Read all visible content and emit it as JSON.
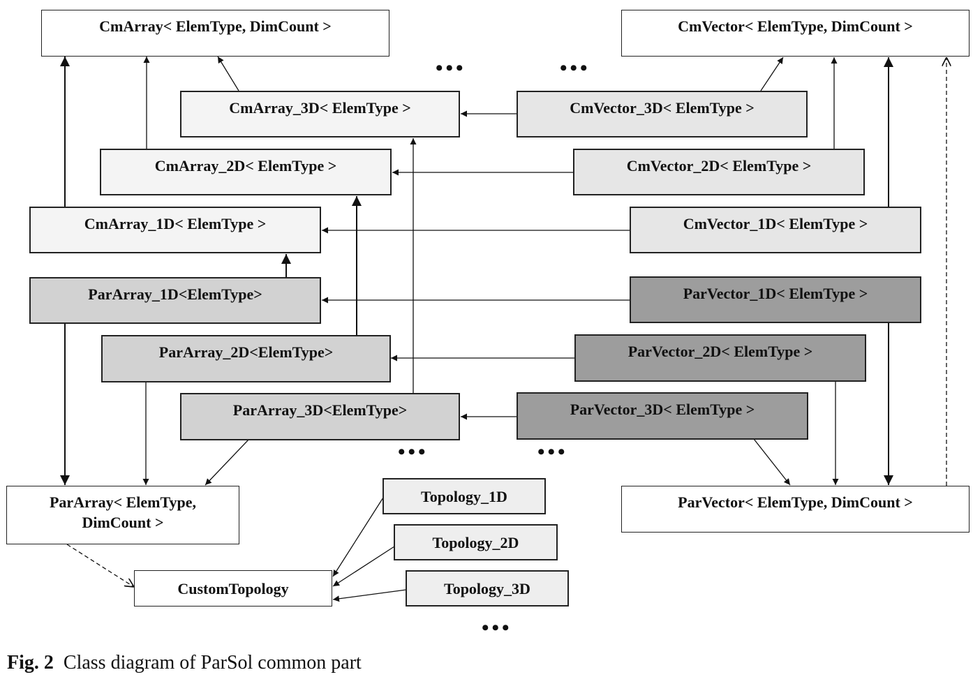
{
  "boxes": {
    "cm_array": "CmArray< ElemType, DimCount >",
    "cm_vector": "CmVector< ElemType, DimCount >",
    "cm_array_3d": "CmArray_3D< ElemType >",
    "cm_vector_3d": "CmVector_3D< ElemType >",
    "cm_array_2d": "CmArray_2D< ElemType >",
    "cm_vector_2d": "CmVector_2D< ElemType >",
    "cm_array_1d": "CmArray_1D< ElemType >",
    "cm_vector_1d": "CmVector_1D< ElemType >",
    "par_array_1d": "ParArray_1D<ElemType>",
    "par_vector_1d": "ParVector_1D< ElemType >",
    "par_array_2d": "ParArray_2D<ElemType>",
    "par_vector_2d": "ParVector_2D< ElemType >",
    "par_array_3d": "ParArray_3D<ElemType>",
    "par_vector_3d": "ParVector_3D< ElemType >",
    "par_array_line1": "ParArray< ElemType,",
    "par_array_line2": "DimCount >",
    "par_vector": "ParVector< ElemType, DimCount >",
    "topology_1d": "Topology_1D",
    "topology_2d": "Topology_2D",
    "topology_3d": "Topology_3D",
    "custom_topology": "CustomTopology"
  },
  "ellipsis": "•••",
  "caption": {
    "label": "Fig. 2",
    "text": "Class diagram of ParSol common part"
  },
  "colors": {
    "cm_array_fill": "#f4f4f4",
    "cm_vector_fill": "#e6e6e6",
    "par_array_fill": "#d2d2d2",
    "par_vector_fill": "#9d9d9d",
    "topology_fill": "#eeeeee",
    "line": "#111111"
  }
}
